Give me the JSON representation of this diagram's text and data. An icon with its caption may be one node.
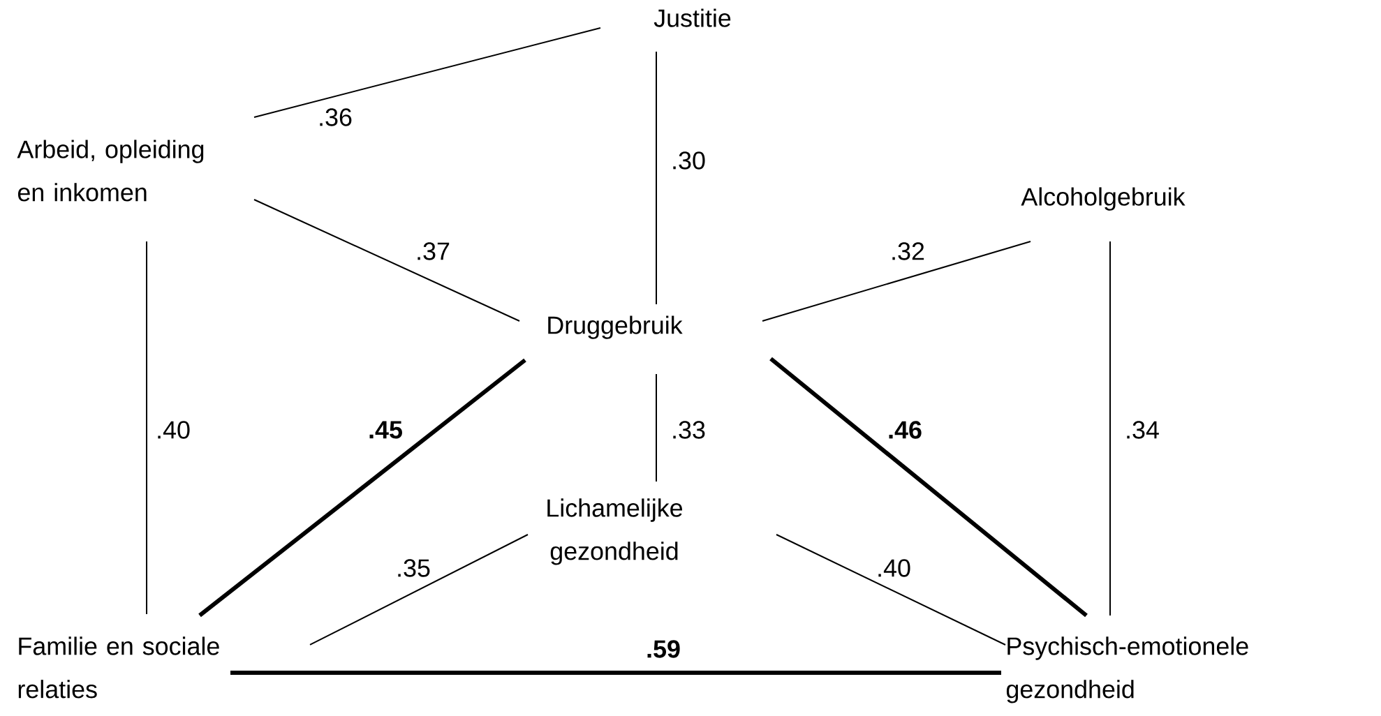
{
  "diagram": {
    "nodes": [
      {
        "text": [
          "Justitie"
        ]
      },
      {
        "text": [
          "Arbeid, opleiding en inkomen"
        ]
      },
      {
        "text": [
          "Alcoholgebruik"
        ]
      },
      {
        "text": [
          "Druggebruik"
        ]
      },
      {
        "text": [
          "Lichamelijke gezondheid"
        ]
      },
      {
        "text": [
          "Familie en sociale relaties"
        ]
      },
      {
        "text": [
          "Psychisch-emotionele gezondheid"
        ]
      }
    ],
    "edges": [
      {
        "from": 1,
        "to": 0,
        "arrow": "none",
        "label": ".36"
      },
      {
        "from": 0,
        "to": 3,
        "arrow": "none",
        "label": ".30"
      },
      {
        "from": 1,
        "to": 3,
        "arrow": "none",
        "label": ".37"
      },
      {
        "from": 2,
        "to": 3,
        "arrow": "none",
        "label": ".32"
      },
      {
        "from": 1,
        "to": 5,
        "arrow": "none",
        "label": ".40"
      },
      {
        "from": 3,
        "to": 5,
        "arrow": "none",
        "label": ".45",
        "style": "thick"
      },
      {
        "from": 3,
        "to": 4,
        "arrow": "none",
        "label": ".33"
      },
      {
        "from": 3,
        "to": 6,
        "arrow": "none",
        "label": ".46",
        "style": "thick"
      },
      {
        "from": 2,
        "to": 6,
        "arrow": "none",
        "label": ".34"
      },
      {
        "from": 4,
        "to": 5,
        "arrow": "none",
        "label": ".35"
      },
      {
        "from": 4,
        "to": 6,
        "arrow": "none",
        "label": ".40"
      },
      {
        "from": 5,
        "to": 6,
        "arrow": "none",
        "label": ".59",
        "style": "thick"
      }
    ]
  }
}
